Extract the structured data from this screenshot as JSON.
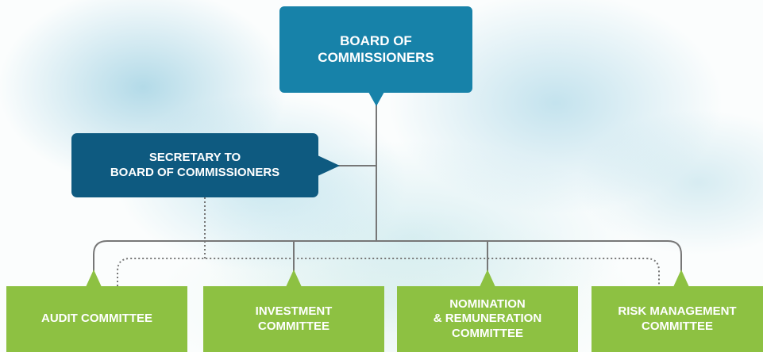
{
  "board": {
    "label": "BOARD OF\nCOMMISSIONERS"
  },
  "secretary": {
    "label": "SECRETARY TO\nBOARD OF COMMISSIONERS"
  },
  "committees": [
    {
      "label": "AUDIT COMMITTEE"
    },
    {
      "label": "INVESTMENT\nCOMMITTEE"
    },
    {
      "label": "NOMINATION\n& REMUNERATION\nCOMMITTEE"
    },
    {
      "label": "RISK MANAGEMENT\nCOMMITTEE"
    }
  ],
  "colors": {
    "board": "#1782a9",
    "secretary": "#0e5a80",
    "committee": "#8dc142",
    "connector": "#777777"
  }
}
